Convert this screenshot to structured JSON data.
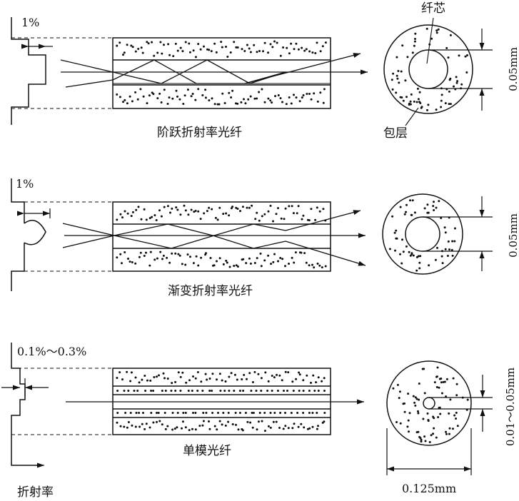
{
  "panels": [
    {
      "id": "step-index",
      "percent_label": "1%",
      "caption": "阶跃折射率光纤",
      "core_label": "纤芯",
      "cladding_label": "包层",
      "core_dim_label": "0.05mm"
    },
    {
      "id": "graded-index",
      "percent_label": "1%",
      "caption": "渐变折射率光纤",
      "core_dim_label": "0.05mm"
    },
    {
      "id": "single-mode",
      "percent_label": "0.1%～0.3%",
      "caption": "单模光纤",
      "core_dim_label": "0.01～0.05mm",
      "outer_dim_label": "0.125mm"
    }
  ],
  "axis_label": "折射率",
  "colors": {
    "line": "#111111",
    "background": "#ffffff"
  }
}
